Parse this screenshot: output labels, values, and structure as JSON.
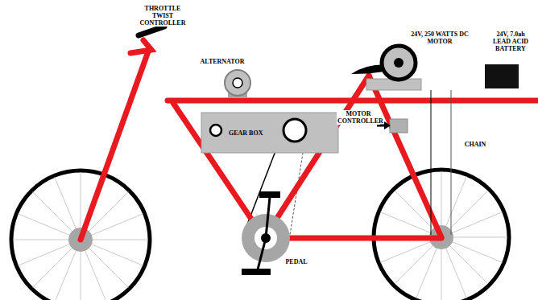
{
  "diagram": {
    "nodes": [
      {
        "text": [
          "GEAR BOX"
        ]
      }
    ],
    "labels": [
      "THROTTLE TWIST CONTROLLER",
      "ALTERNATOR",
      "24V, 250 WATTS DC MOTOR",
      "24V, 7.0ah LEAD ACID BATTERY",
      "MOTOR CONTROLLER",
      "CHAIN",
      "PEDAL"
    ]
  }
}
